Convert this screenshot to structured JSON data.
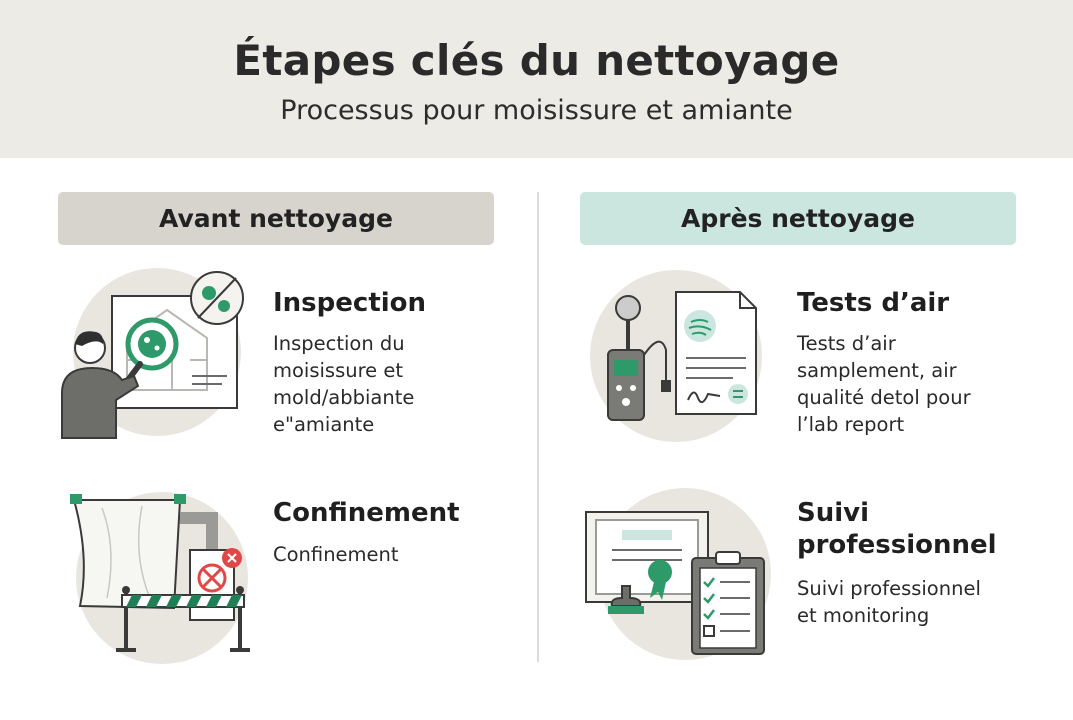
{
  "header": {
    "title": "Étapes clés du nettoyage",
    "subtitle": "Processus pour moisissure et amiante"
  },
  "columns": {
    "before": {
      "label": "Avant nettoyage"
    },
    "after": {
      "label": "Après nettoyage"
    }
  },
  "steps": {
    "inspection": {
      "title": "Inspection",
      "desc_lines": [
        "Inspection du",
        "moisissure et",
        "mold/abbiante",
        "e\"amiante"
      ],
      "icon": "magnifier-blueprint-icon"
    },
    "confinement": {
      "title": "Confinement",
      "desc_lines": [
        "Confinement"
      ],
      "icon": "containment-barrier-icon"
    },
    "air_tests": {
      "title": "Tests d’air",
      "desc_lines": [
        "Tests d’air",
        "samplement, air",
        "qualité detol pour",
        "l’lab report"
      ],
      "icon": "air-sampler-report-icon"
    },
    "monitoring": {
      "title_lines": [
        "Suivi",
        "professionnel"
      ],
      "desc_lines": [
        "Suivi professionnel",
        "et monitoring"
      ],
      "icon": "certificate-clipboard-icon"
    }
  },
  "colors": {
    "header_bg": "#ecebe5",
    "before_head_bg": "#d6d4cd",
    "after_head_bg": "#cbe6df",
    "accent_green": "#2e9a6a",
    "alert_red": "#e04848",
    "circle_bg": "#e8e6df"
  }
}
